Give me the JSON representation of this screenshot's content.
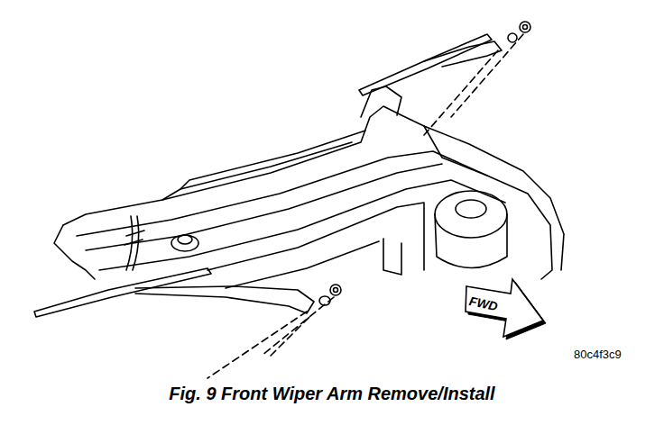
{
  "diagram": {
    "caption": "Fig. 9 Front Wiper Arm Remove/Install",
    "nodes": [
      {
        "text": [
          "FWD"
        ]
      }
    ],
    "labels": [
      "80c4f3c9"
    ]
  }
}
